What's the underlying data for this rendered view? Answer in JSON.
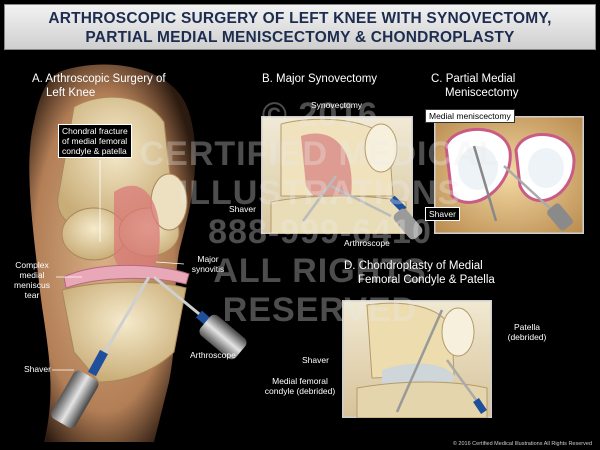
{
  "title": {
    "line1": "ARTHROSCOPIC SURGERY OF LEFT KNEE WITH SYNOVECTOMY,",
    "line2": "PARTIAL MEDIAL MENISCECTOMY & CHONDROPLASTY"
  },
  "panels": {
    "a": {
      "title_line1": "A. Arthroscopic Surgery of",
      "title_line2": "Left Knee"
    },
    "b": {
      "title": "B. Major Synovectomy"
    },
    "c": {
      "title_line1": "C. Partial Medial",
      "title_line2": "Meniscectomy"
    },
    "d": {
      "title_line1": "D. Chondroplasty of Medial",
      "title_line2": "Femoral Condyle & Patella"
    }
  },
  "labels": {
    "chondral_fracture": [
      "Chondral fracture",
      "of medial femoral",
      "condyle & patella"
    ],
    "complex_tear": [
      "Complex",
      "medial",
      "meniscus",
      "tear"
    ],
    "major_synovitis": [
      "Major",
      "synovitis"
    ],
    "arthroscope_a": "Arthroscope",
    "shaver_a": "Shaver",
    "synovectomy": "Synovectomy",
    "shaver_b": "Shaver",
    "arthroscope_b": "Arthroscope",
    "medial_meniscectomy": "Medial meniscectomy",
    "shaver_c": "Shaver",
    "patella_debrided": [
      "Patella",
      "(debrided)"
    ],
    "shaver_d": "Shaver",
    "medial_femoral_condyle": [
      "Medial femoral",
      "condyle (debrided)"
    ]
  },
  "watermark": [
    "© 2016",
    "CERTIFIED MEDICAL",
    "ILLUSTRATIONS",
    "888-999-6410",
    "ALL RIGHTS",
    "RESERVED"
  ],
  "copyright": "© 2016 Certified Medical Illustrations All Rights Reserved",
  "colors": {
    "title_text": "#1d2d4f",
    "background": "#000000",
    "bone": "#e8d6a8",
    "synovium": "#d98a86",
    "instrument_blue": "#1e4f9c",
    "meniscus_pink": "#c95c86"
  }
}
